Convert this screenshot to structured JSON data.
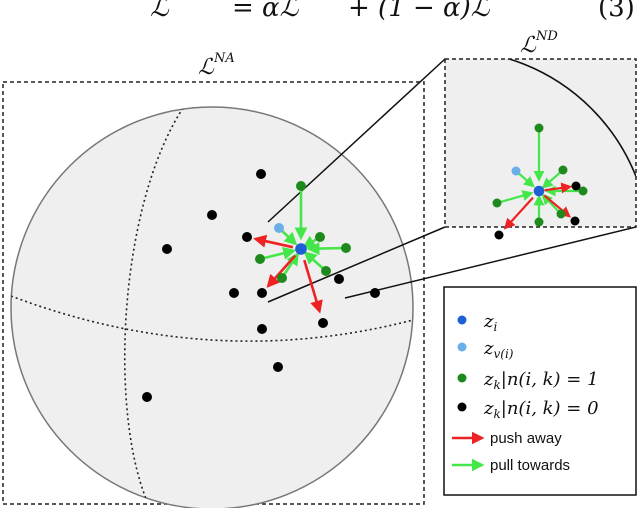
{
  "equation": {
    "lhs": "ℒ",
    "rhs_main": "= αℒ",
    "rhs_rest": "+ (1 − α)ℒ",
    "number": "(3)"
  },
  "labels": {
    "na_main": "ℒ",
    "na_sup": "NA",
    "nd_main": "ℒ",
    "nd_sup": "ND"
  },
  "legend": {
    "items": [
      {
        "symbol": "z",
        "sub": "i",
        "rest": "",
        "color": "#1f5fd6"
      },
      {
        "symbol": "z",
        "sub": "v(i)",
        "rest": "",
        "color": "#6aaeea"
      },
      {
        "symbol": "z",
        "sub": "k",
        "rest": "|n(i, k) = 1",
        "color": "#1e8a1e"
      },
      {
        "symbol": "z",
        "sub": "k",
        "rest": "|n(i, k) = 0",
        "color": "#000000"
      }
    ],
    "arrows": [
      {
        "label": "push away",
        "color": "#ee2222"
      },
      {
        "label": "pull towards",
        "color": "#44e64a"
      }
    ]
  },
  "colors": {
    "anchor": "#1f5fd6",
    "view": "#6aaeea",
    "neighbor": "#1e8a1e",
    "nonneighbor": "#000000",
    "push": "#ee2222",
    "pull": "#44e64a",
    "sphere_fill": "#efefef",
    "sphere_stroke": "#777777"
  }
}
